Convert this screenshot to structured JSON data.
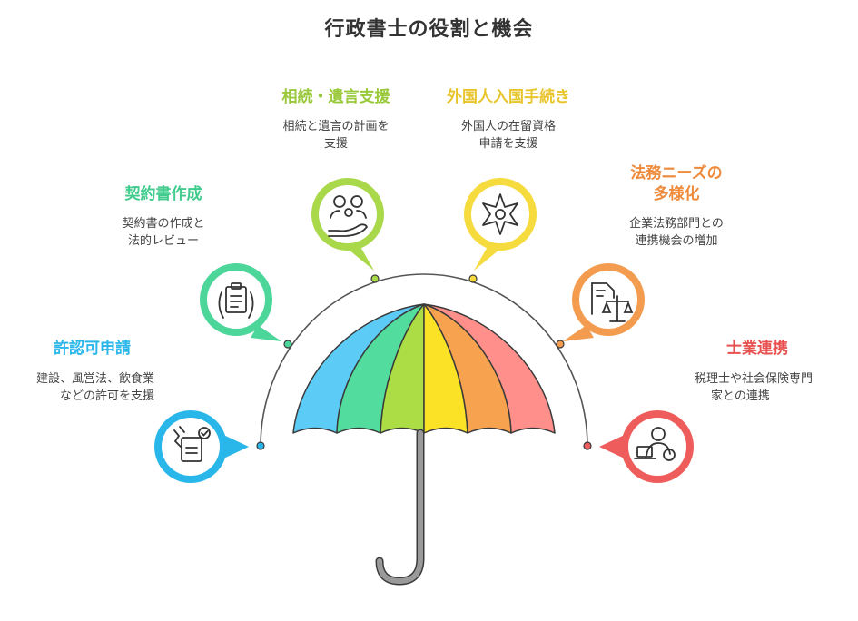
{
  "title": "行政書士の役割と機会",
  "colors": {
    "blue": "#29B6E9",
    "green": "#4DD69A",
    "lime": "#A9D84A",
    "yellow": "#F5DB3E",
    "orange": "#F39C4F",
    "red": "#EE5C5C",
    "ink": "#333333"
  },
  "items": [
    {
      "heading": "許認可申請",
      "desc_lines": [
        "建設、風営法、飲食業",
        "などの許可を支援"
      ],
      "icon": "document-check-icon"
    },
    {
      "heading": "契約書作成",
      "desc_lines": [
        "契約書の作成と",
        "法的レビュー"
      ],
      "icon": "clipboard-hands-icon"
    },
    {
      "heading": "相続・遺言支援",
      "desc_lines": [
        "相続と遺言の計画を",
        "支援"
      ],
      "icon": "family-hand-icon"
    },
    {
      "heading": "外国人入国手続き",
      "desc_lines": [
        "外国人の在留資格",
        "申請を支援"
      ],
      "icon": "compass-star-icon"
    },
    {
      "heading_lines": [
        "法務ニーズの",
        "多様化"
      ],
      "desc_lines": [
        "企業法務部門との",
        "連携機会の増加"
      ],
      "icon": "legal-scale-icon"
    },
    {
      "heading": "士業連携",
      "desc_lines": [
        "税理士や社会保険専門",
        "家との連携"
      ],
      "icon": "person-laptop-icon"
    }
  ]
}
